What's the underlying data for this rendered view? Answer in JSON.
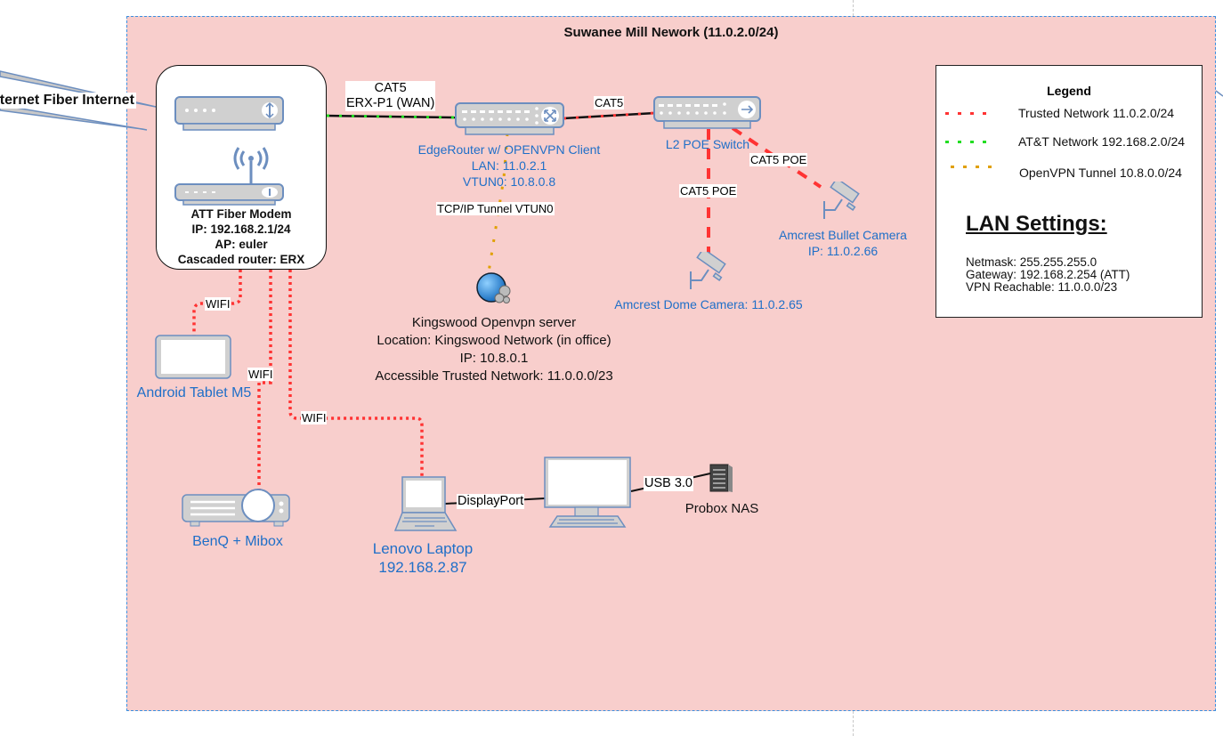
{
  "diagram": {
    "title": "Suwanee Mill Nework (11.0.2.0/24)",
    "internet_label": "nternet Fiber Internet",
    "colors": {
      "container_fill": "#f8cecc",
      "container_border": "#3a8fe0",
      "trusted": "#ff3333",
      "att": "#22dd22",
      "vpn": "#e0a000",
      "device_label": "#1f6fc8",
      "icon_fill": "#d0d0d0",
      "icon_stroke": "#6c8ebf"
    },
    "modem": {
      "lines": [
        "ATT Fiber Modem",
        "IP: 192.168.2.1/24",
        "AP: euler",
        "Cascaded router: ERX"
      ]
    },
    "edgerouter": {
      "lines": [
        "EdgeRouter w/ OPENVPN Client",
        "LAN: 11.0.2.1",
        "VTUN0: 10.8.0.8"
      ]
    },
    "switch": {
      "label": "L2 POE Switch"
    },
    "dome_camera": {
      "label": "Amcrest Dome Camera: 11.0.2.65"
    },
    "bullet_camera": {
      "lines": [
        "Amcrest Bullet Camera",
        "IP: 11.0.2.66"
      ]
    },
    "vpn_server": {
      "lines": [
        "Kingswood Openvpn server",
        "Location: Kingswood Network (in office)",
        "IP: 10.8.0.1",
        "Accessible Trusted Network: 11.0.0.0/23"
      ]
    },
    "tablet": {
      "label": "Android Tablet M5"
    },
    "projector": {
      "label": "BenQ + Mibox"
    },
    "laptop": {
      "lines": [
        "Lenovo Laptop",
        "192.168.2.87"
      ]
    },
    "nas": {
      "label": "Probox NAS"
    },
    "edge_labels": {
      "wan_line1": "CAT5",
      "wan_line2": "ERX-P1 (WAN)",
      "router_switch": "CAT5",
      "switch_dome": "CAT5 POE",
      "switch_bullet": "CAT5 POE",
      "tunnel": "TCP/IP Tunnel VTUN0",
      "wifi_tablet": "WIFI",
      "wifi_projector": "WIFI",
      "wifi_laptop": "WIFI",
      "displayport": "DisplayPort",
      "usb": "USB 3.0"
    },
    "legend": {
      "title": "Legend",
      "items": [
        {
          "label": "Trusted Network 11.0.2.0/24",
          "color": "#ff3333"
        },
        {
          "label": "AT&T Network 192.168.2.0/24",
          "color": "#22dd22"
        },
        {
          "label": "OpenVPN Tunnel 10.8.0.0/24",
          "color": "#e0a000"
        }
      ]
    },
    "lan_settings": {
      "title": "LAN Settings:",
      "lines": [
        "Netmask: 255.255.255.0",
        "Gateway: 192.168.2.254 (ATT)",
        "VPN Reachable: 11.0.0.0/23"
      ]
    }
  }
}
